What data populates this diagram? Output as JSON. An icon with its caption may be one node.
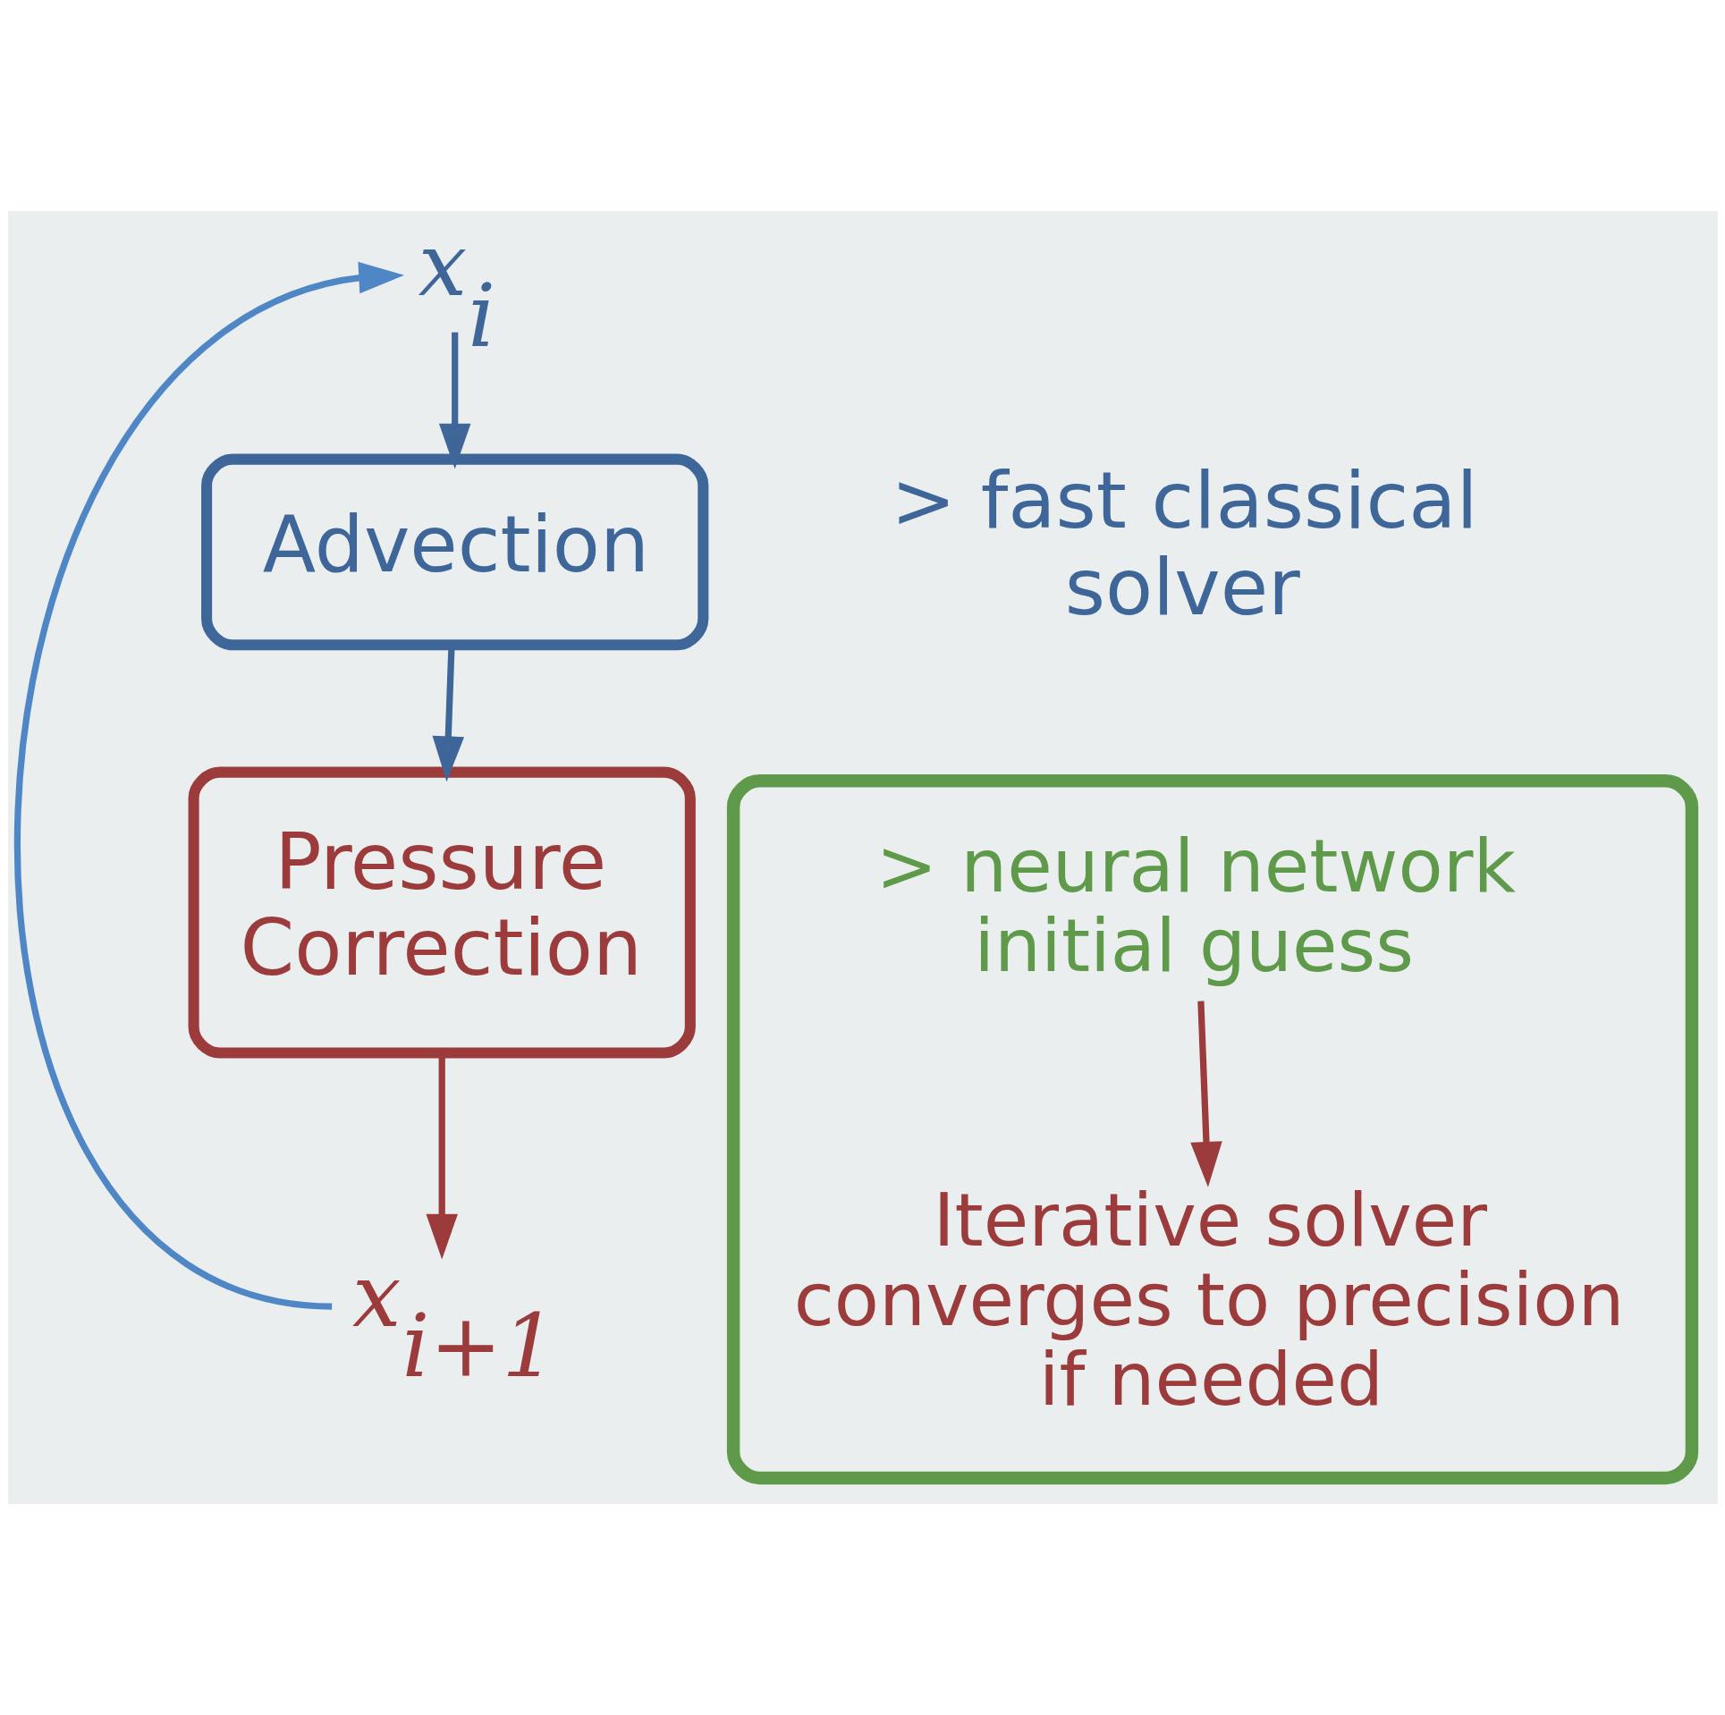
{
  "diagram": {
    "nodes": [
      {
        "text": [
          "x$_{i}$"
        ]
      },
      {
        "text": [
          "Advection"
        ]
      },
      {
        "text": [
          "Pressure Correction"
        ]
      },
      {
        "text": [
          "x$_{i+1}$"
        ]
      },
      {
        "text": [],
        "shape": "box"
      },
      {
        "text": [
          "> neural network initial guess"
        ],
        "in": 4
      },
      {
        "text": [
          "Iterative solver converges to precision if needed"
        ],
        "in": 4
      }
    ],
    "edges": [
      {
        "from": 0,
        "to": 1,
        "arrow": "to",
        "color": "#3f6699"
      },
      {
        "from": 1,
        "to": 2,
        "arrow": "to",
        "color": "#3f6699"
      },
      {
        "from": 2,
        "to": 3,
        "arrow": "to",
        "color": "#9b3b3b"
      },
      {
        "from": 3,
        "to": 0,
        "arrow": "to",
        "color": "#4f86c6"
      },
      {
        "from": 5,
        "to": 6,
        "arrow": "to",
        "color": "#9b3b3b"
      }
    ],
    "labels": [
      "> fast classical solver"
    ]
  }
}
